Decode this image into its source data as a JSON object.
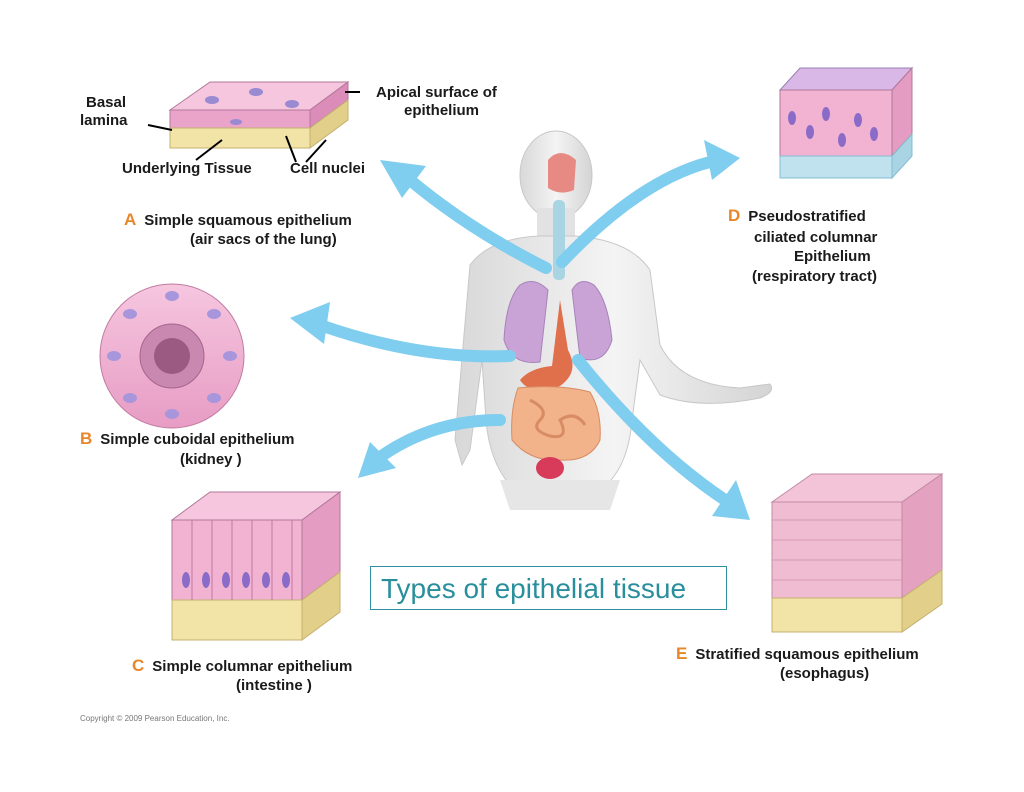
{
  "title": "Types of epithelial tissue",
  "copyright": "Copyright © 2009 Pearson Education, Inc.",
  "labels": {
    "basal": "Basal",
    "lamina": "lamina",
    "apical_1": "Apical surface of",
    "apical_2": "epithelium",
    "underlying": "Underlying Tissue",
    "nuclei": "Cell nuclei"
  },
  "tissues": [
    {
      "letter": "A",
      "name": "Simple squamous epithelium",
      "location": "(air sacs of the lung)"
    },
    {
      "letter": "B",
      "name": "Simple cuboidal epithelium",
      "location": "(kidney )"
    },
    {
      "letter": "C",
      "name": "Simple columnar epithelium",
      "location": "(intestine )"
    },
    {
      "letter": "D",
      "name_lines": [
        "Pseudostratified",
        "ciliated columnar",
        "Epithelium"
      ],
      "location": "(respiratory tract)"
    },
    {
      "letter": "E",
      "name": "Stratified squamous epithelium",
      "location": "(esophagus)"
    }
  ],
  "colors": {
    "letter": "#e8862a",
    "title": "#2a8f9c",
    "arrow": "#7fcdef",
    "cell_pink": "#f2b2d2",
    "nucleus": "#9a8ad2",
    "basement": "#f1e4a6",
    "lung": "#c9a3d6",
    "stomach": "#e0704c"
  }
}
